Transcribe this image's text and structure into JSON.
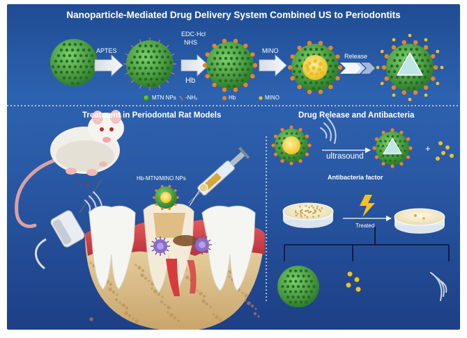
{
  "title": "Nanoparticle-Mediated  Drug Delivery System Combined US to Periodontits",
  "steps": {
    "aptes": "APTES",
    "edc": "EDC·Hcl",
    "nhs": "NHS",
    "hb": "Hb",
    "mino": "MINO",
    "release": "Release"
  },
  "legend": [
    {
      "label": "MTN NPs"
    },
    {
      "label": "-NH₂"
    },
    {
      "label": "Hb"
    },
    {
      "label": "MINO"
    }
  ],
  "left_section": {
    "title": "Treatment  in Periodontal Rat Models",
    "np_label": "Hb-MTN/MINO NPs"
  },
  "right_section": {
    "title": "Drug Release and Antibacteria",
    "ultrasound": "ultrasound",
    "plus": "+",
    "factor": "Antibacteria factor",
    "treated": "Treated"
  },
  "colors": {
    "np_green": "#3f9b3a",
    "hb_orange": "#e8832a",
    "mino_yellow": "#f2c21a",
    "bg_blue": "#2a5aa6"
  }
}
